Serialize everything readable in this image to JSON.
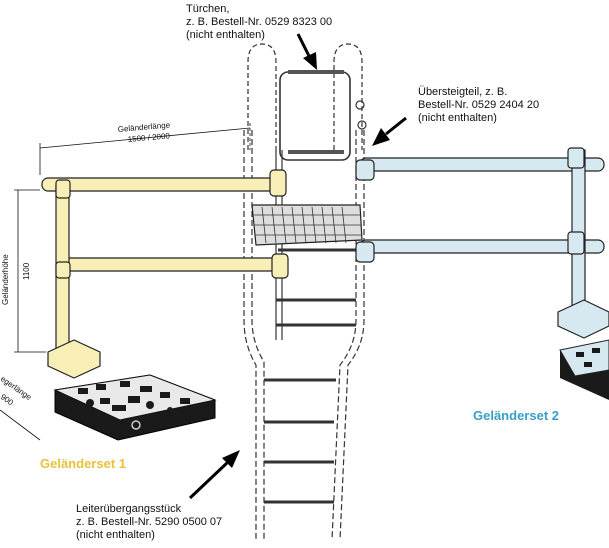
{
  "colors": {
    "rail_yellow": "#f7efb5",
    "rail_blue": "#d6e8f0",
    "set1_text": "#e8c23a",
    "set2_text": "#3a9fc8",
    "base_dark": "#1a1a1a",
    "ladder_line": "#333333"
  },
  "callouts": {
    "door": {
      "line1": "Türchen,",
      "line2": "z. B. Bestell-Nr. 0529 8323 00",
      "line3": "(nicht enthalten)"
    },
    "crossover": {
      "line1": "Übersteigteil, z. B.",
      "line2": "Bestell-Nr. 0529 2404 20",
      "line3": "(nicht enthalten)"
    },
    "ladder_transition": {
      "line1": "Leiterübergangsstück",
      "line2": "z. B. Bestell-Nr. 5290 0500 07",
      "line3": "(nicht enthalten)"
    }
  },
  "dimensions": {
    "rail_length_label": "Geländerlänge",
    "rail_length_value": "1500 / 2000",
    "rail_height_label": "Geländerhöhe",
    "rail_height_value": "1100",
    "base_length_label": "egerlänge",
    "base_length_value": "900"
  },
  "sets": {
    "set1": "Geländerset 1",
    "set2": "Geländerset 2"
  }
}
